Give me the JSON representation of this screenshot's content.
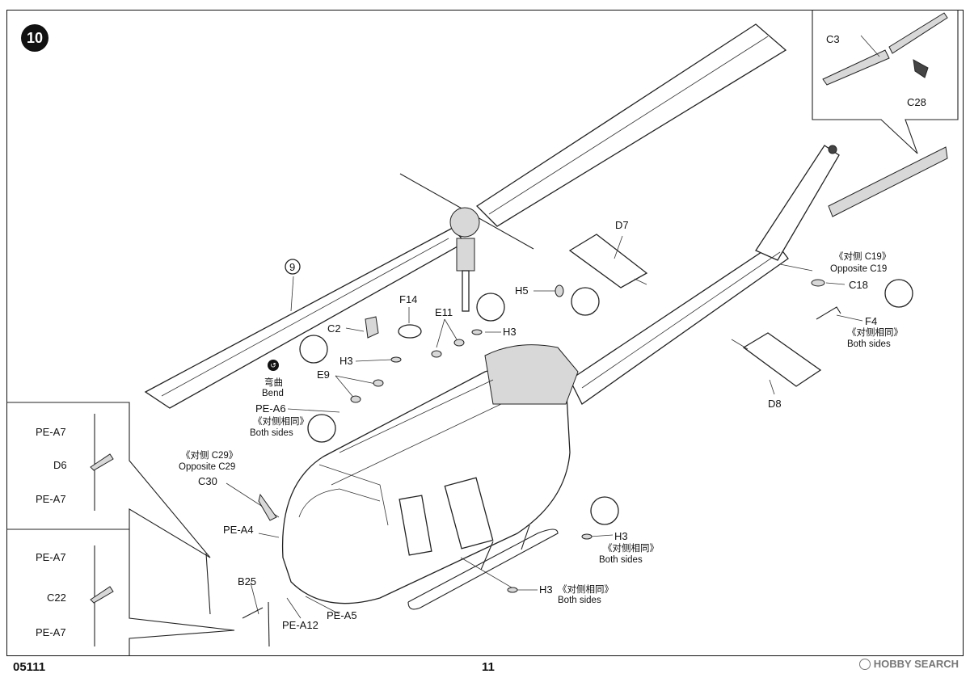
{
  "step_number": "10",
  "footer": {
    "kit_number": "05111",
    "page_number": "11"
  },
  "watermark": "HOBBY SEARCH",
  "bend_note": {
    "chinese": "弯曲",
    "english": "Bend"
  },
  "labels": {
    "rotor_blade": "9",
    "c3": "C3",
    "c28": "C28",
    "d7": "D7",
    "c19_cn": "《对侧 C19》",
    "c19_en": "Opposite C19",
    "c18": "C18",
    "f4": "F4",
    "f4_cn": "《对侧相同》",
    "f4_en": "Both sides",
    "d8": "D8",
    "h5": "H5",
    "f14": "F14",
    "e11": "E11",
    "h3_top": "H3",
    "c2": "C2",
    "h3_left": "H3",
    "e9": "E9",
    "pe_a6": "PE-A6",
    "pe_a6_cn": "《对侧相同》",
    "pe_a6_en": "Both sides",
    "c29_cn": "《对侧 C29》",
    "c29_en": "Opposite C29",
    "c30": "C30",
    "pe_a4": "PE-A4",
    "b25": "B25",
    "pe_a12": "PE-A12",
    "pe_a5": "PE-A5",
    "h3_mid": "H3",
    "h3_mid_cn": "《对侧相同》",
    "h3_mid_en": "Both sides",
    "h3_bottom": "H3",
    "h3_bottom_cn": "《对侧相同》",
    "h3_bottom_en": "Both sides"
  },
  "inset_upper": {
    "top": "PE-A7",
    "middle": "D6",
    "bottom": "PE-A7"
  },
  "inset_lower": {
    "top": "PE-A7",
    "middle": "C22",
    "bottom": "PE-A7"
  }
}
